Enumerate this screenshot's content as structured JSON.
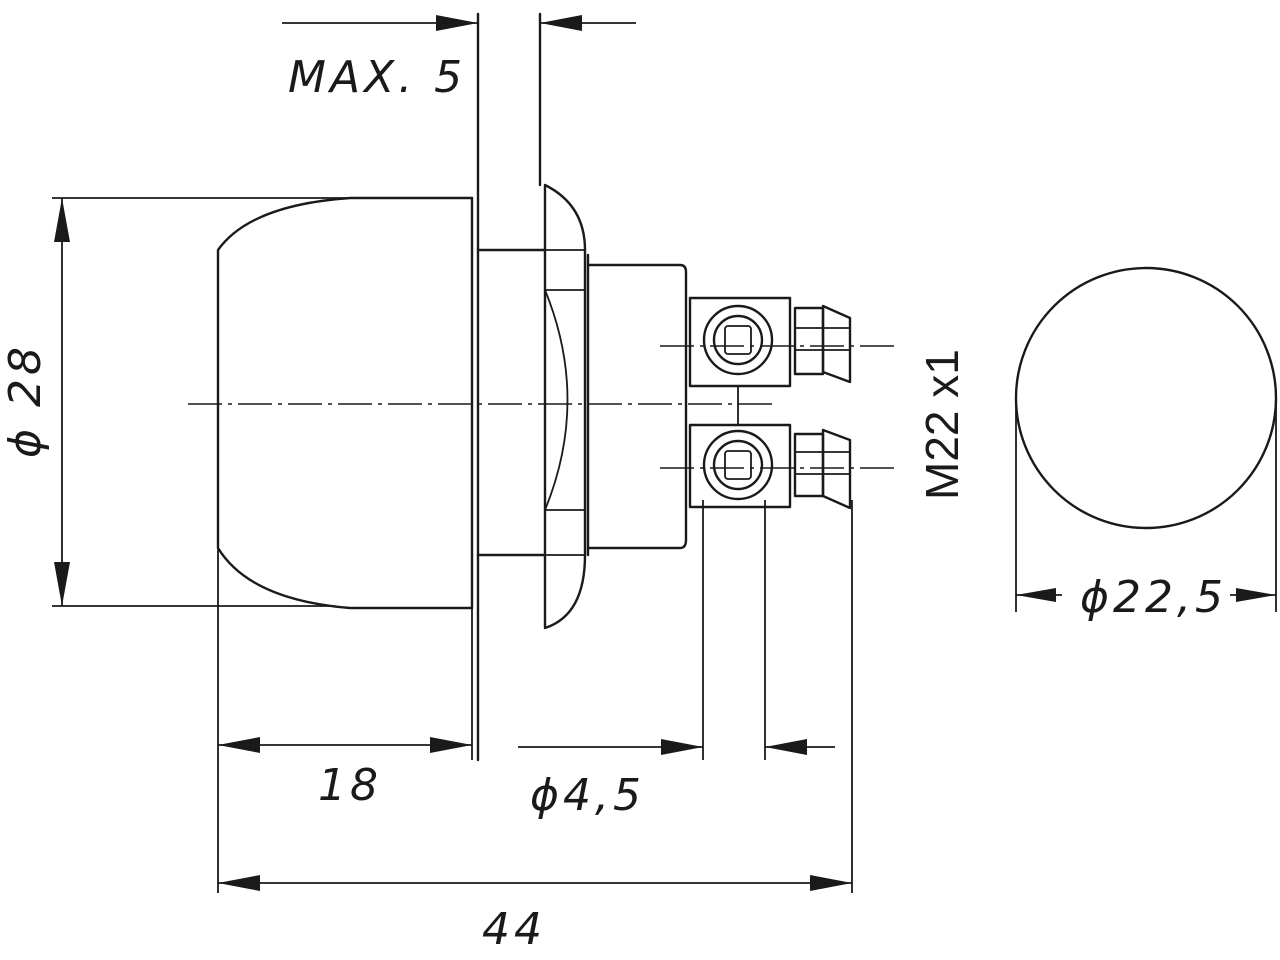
{
  "drawing": {
    "dimensions": {
      "panel_thickness": "MAX. 5",
      "body_diameter": "ϕ 28",
      "thread": "M22 x1",
      "front_diameter": "ϕ22,5",
      "cap_length": "18",
      "terminal_diameter": "ϕ4,5",
      "overall_length": "44"
    }
  }
}
